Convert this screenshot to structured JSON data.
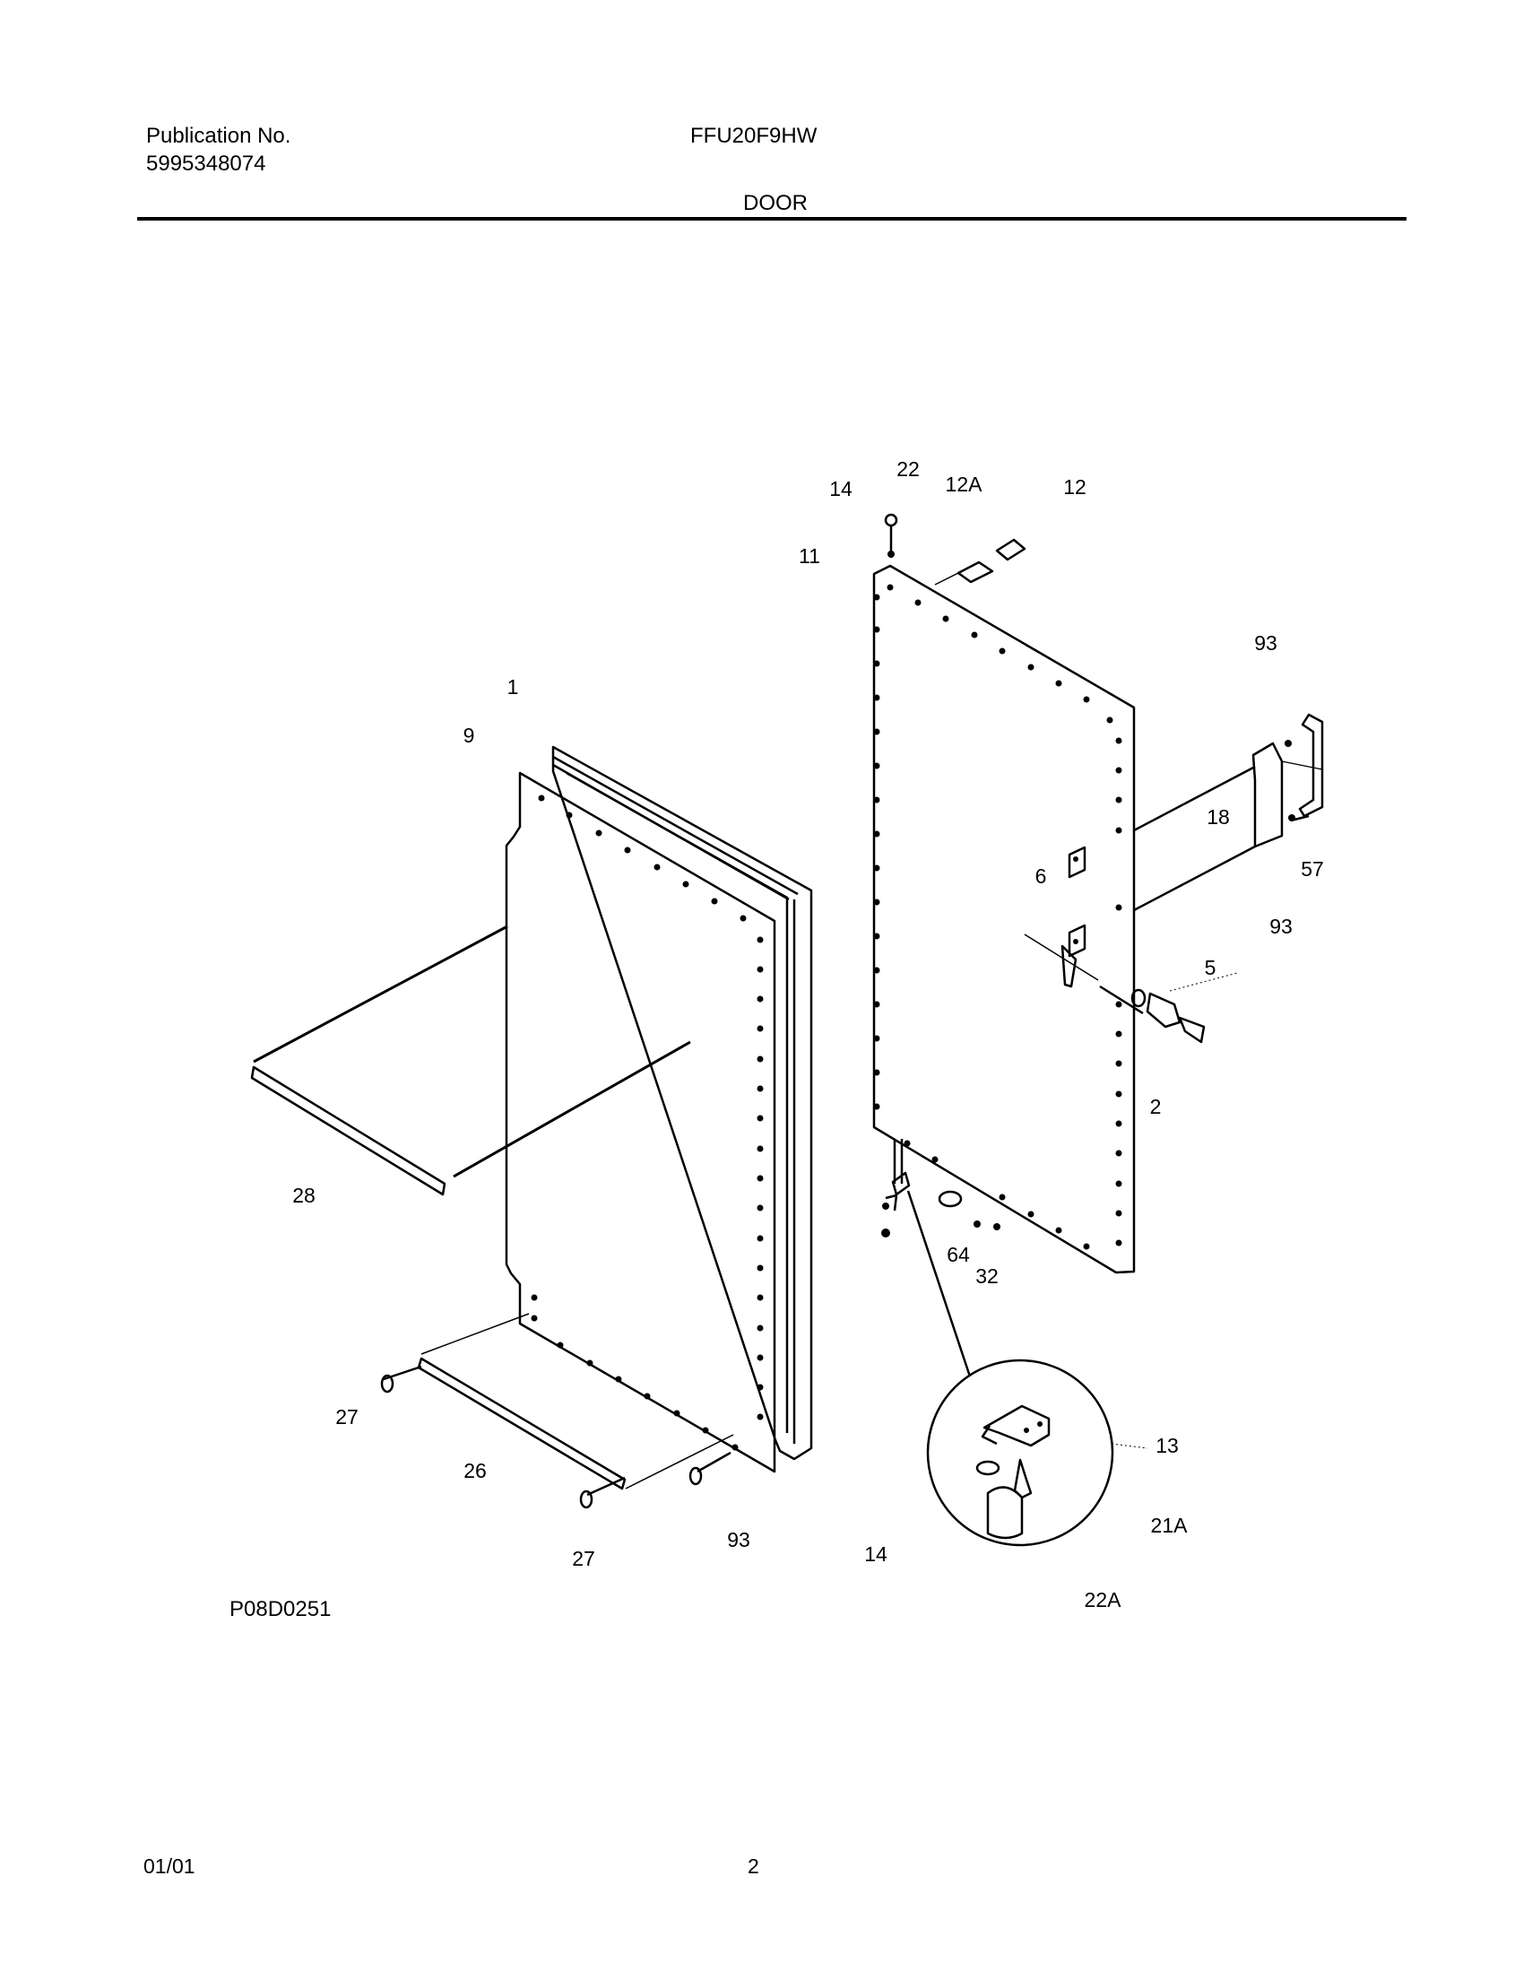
{
  "header": {
    "publication_label": "Publication No.",
    "publication_number": "5995348074",
    "model": "FFU20F9HW",
    "section": "DOOR"
  },
  "callouts": {
    "c14_top": "14",
    "c22": "22",
    "c12A": "12A",
    "c12": "12",
    "c11": "11",
    "c93_top": "93",
    "c1": "1",
    "c9": "9",
    "c18": "18",
    "c57": "57",
    "c6": "6",
    "c93_mid": "93",
    "c5": "5",
    "c2": "2",
    "c28": "28",
    "c64": "64",
    "c32": "32",
    "c13": "13",
    "c27_left": "27",
    "c26": "26",
    "c21A": "21A",
    "c93_bottom": "93",
    "c27_bottom": "27",
    "c14_bottom": "14",
    "c22A": "22A"
  },
  "diagram_code": "P08D0251",
  "footer": {
    "date": "01/01",
    "page": "2"
  }
}
